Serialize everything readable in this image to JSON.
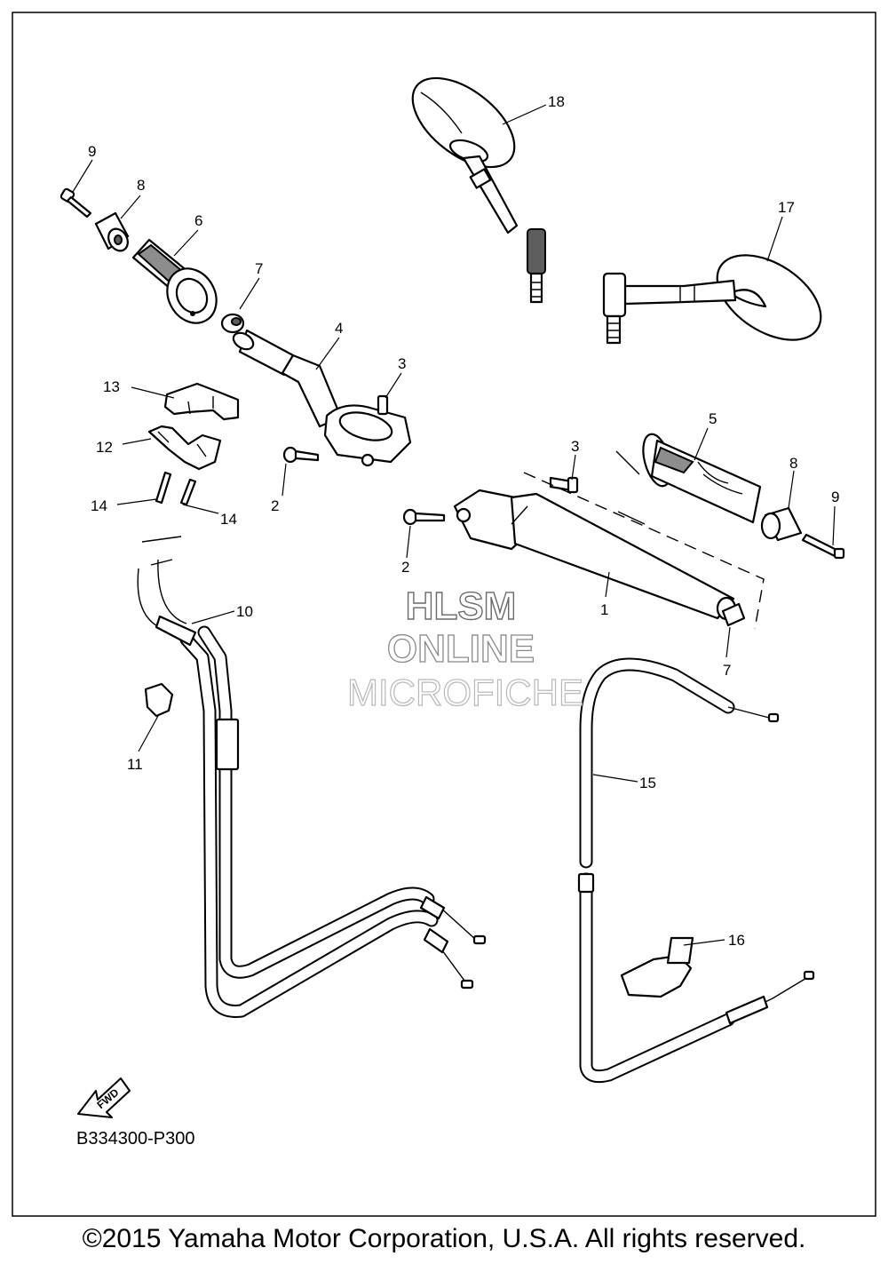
{
  "callouts": [
    "1",
    "2",
    "2",
    "3",
    "3",
    "4",
    "5",
    "6",
    "7",
    "7",
    "8",
    "8",
    "9",
    "9",
    "10",
    "11",
    "12",
    "13",
    "14",
    "14",
    "15",
    "16",
    "17",
    "18"
  ],
  "watermark": {
    "line1": "HLSM",
    "line2": "ONLINE",
    "line3": "MICROFICHE"
  },
  "fwd_label": "FWD",
  "diagram_code": "B334300-P300",
  "copyright": "©2015 Yamaha Motor Corporation, U.S.A. All rights reserved."
}
